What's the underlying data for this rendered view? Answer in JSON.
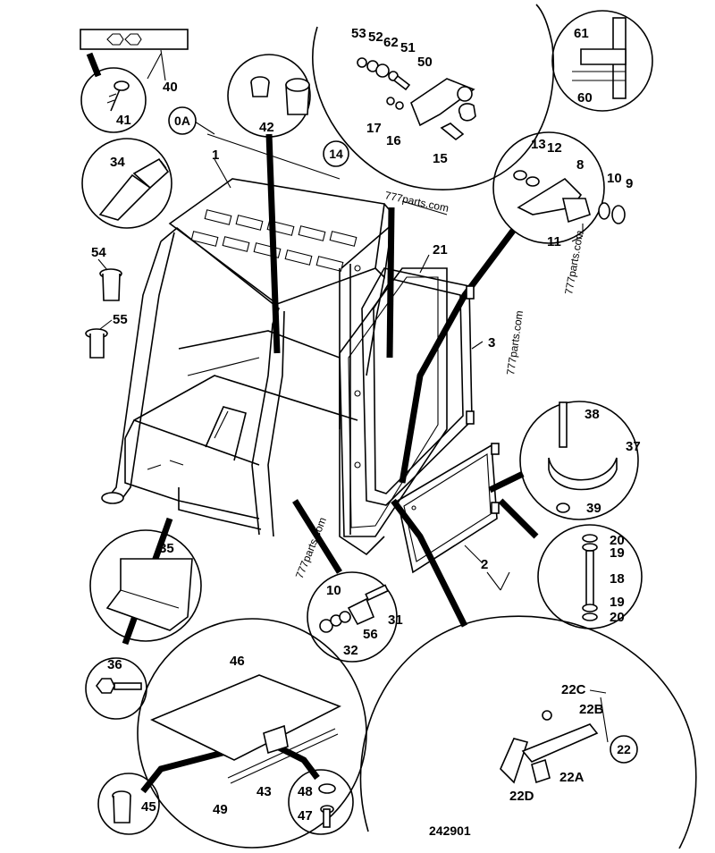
{
  "drawing_number": "242901",
  "assembly_label": "0A",
  "circled_refs": [
    "14",
    "22"
  ],
  "watermarks": [
    "777parts.com",
    "777parts.com",
    "777parts.com",
    "777parts.com"
  ],
  "callouts": {
    "c1": "1",
    "c2": "2",
    "c3": "3",
    "c8": "8",
    "c9": "9",
    "c10a": "10",
    "c10b": "10",
    "c11": "11",
    "c12": "12",
    "c13": "13",
    "c15": "15",
    "c16": "16",
    "c17": "17",
    "c18": "18",
    "c19a": "19",
    "c19b": "19",
    "c20a": "20",
    "c20b": "20",
    "c21": "21",
    "c22a": "22A",
    "c22b": "22B",
    "c22c": "22C",
    "c22d": "22D",
    "c31": "31",
    "c32": "32",
    "c34": "34",
    "c35": "35",
    "c36": "36",
    "c37": "37",
    "c38": "38",
    "c39": "39",
    "c40": "40",
    "c41": "41",
    "c42": "42",
    "c43": "43",
    "c45": "45",
    "c46": "46",
    "c47": "47",
    "c48": "48",
    "c49": "49",
    "c50": "50",
    "c51": "51",
    "c52": "52",
    "c53": "53",
    "c54": "54",
    "c55": "55",
    "c56": "56",
    "c60": "60",
    "c61": "61",
    "c62": "62"
  }
}
